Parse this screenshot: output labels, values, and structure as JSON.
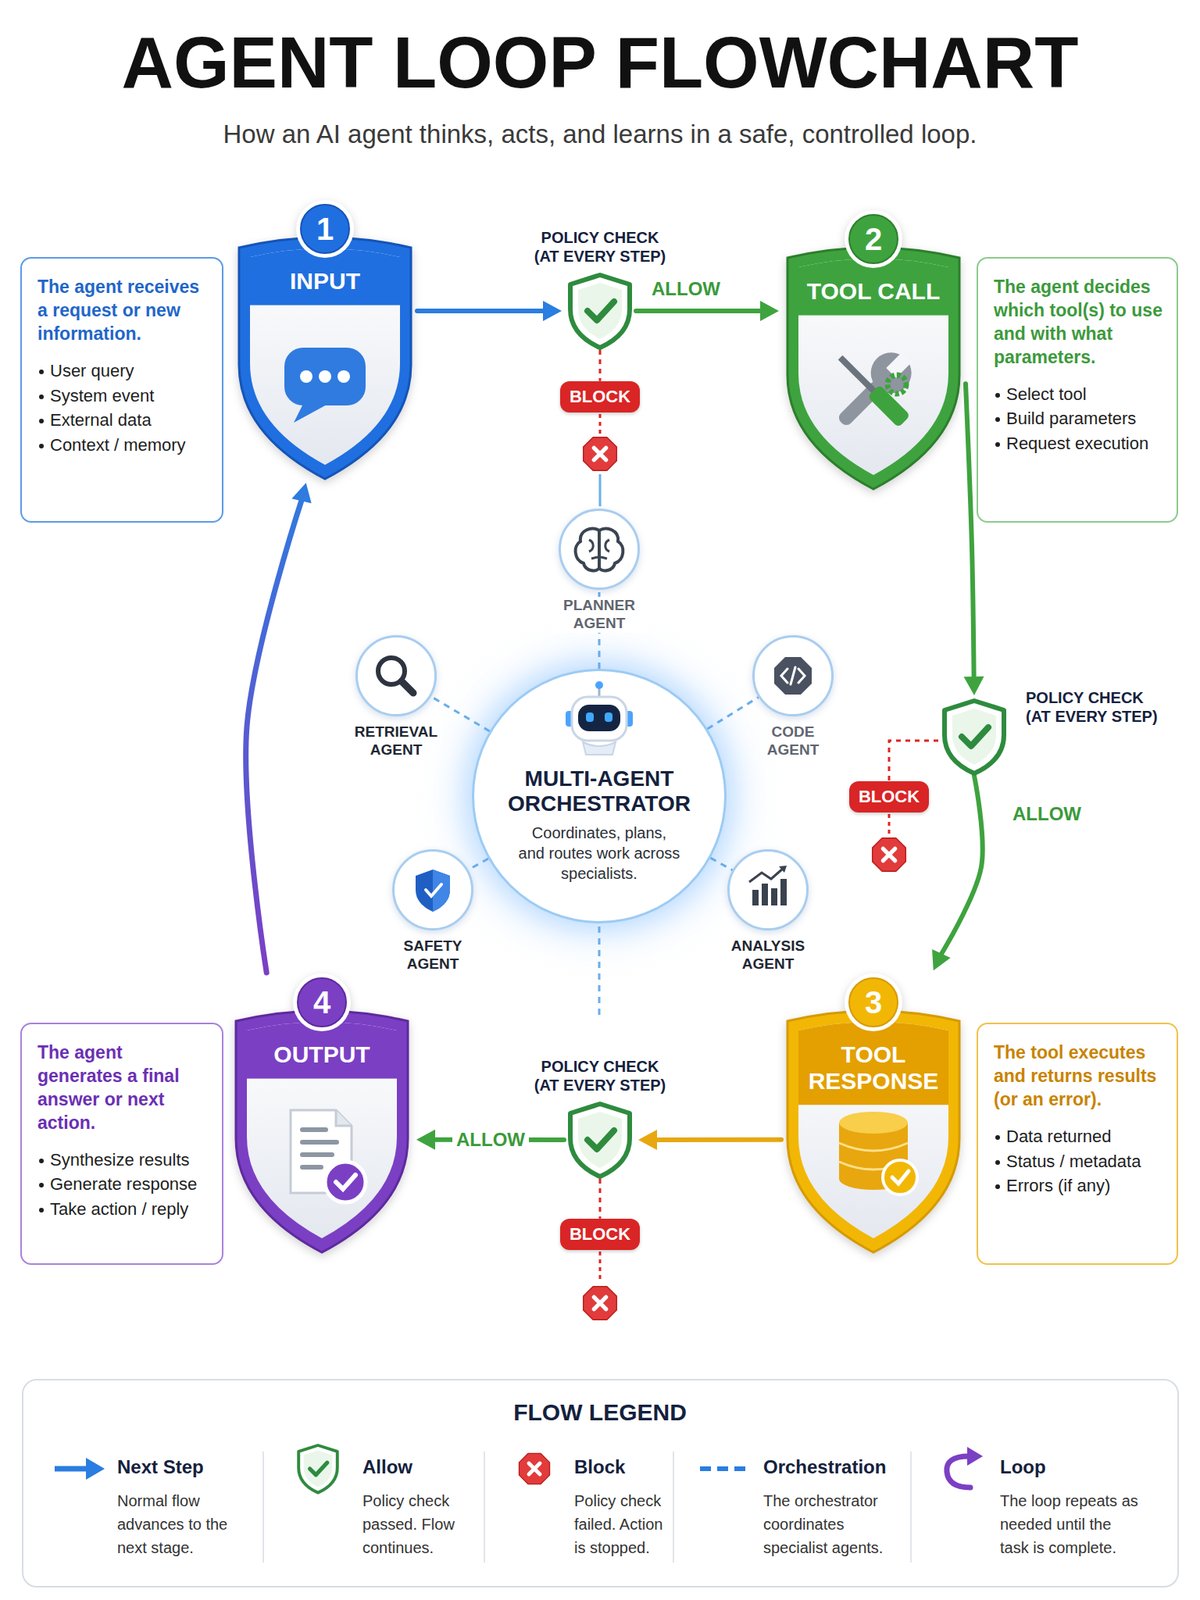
{
  "diagram": {
    "title": "AGENT LOOP FLOWCHART",
    "caption": "How an AI agent thinks, acts, and learns in a safe, controlled loop.",
    "nodes": [
      {
        "text": [
          "1",
          "INPUT"
        ]
      },
      {
        "text": [
          "The agent receives a request or new information.",
          "User query",
          "System event",
          "External data",
          "Context / memory"
        ]
      },
      {
        "text": [
          "POLICY CHECK (AT EVERY STEP)"
        ]
      },
      {
        "text": [
          "BLOCK"
        ]
      },
      {
        "text": [
          "2",
          "TOOL CALL"
        ]
      },
      {
        "text": [
          "The agent decides which tool(s) to use and with what parameters.",
          "Select tool",
          "Build parameters",
          "Request execution"
        ]
      },
      {
        "text": [
          "PLANNER AGENT"
        ]
      },
      {
        "text": [
          "RETRIEVAL AGENT"
        ]
      },
      {
        "text": [
          "MULTI-AGENT ORCHESTRATOR",
          "Coordinates, plans, and routes work across specialists."
        ]
      },
      {
        "text": [
          "CODE AGENT"
        ]
      },
      {
        "text": [
          "POLICY CHECK (AT EVERY STEP)"
        ]
      },
      {
        "text": [
          "BLOCK"
        ]
      },
      {
        "text": [
          "SAFETY AGENT"
        ]
      },
      {
        "text": [
          "ANALYSIS AGENT"
        ]
      },
      {
        "text": [
          "4",
          "OUTPUT"
        ]
      },
      {
        "text": [
          "The agent generates a final answer or next action.",
          "Synthesize results",
          "Generate response",
          "Take action / reply"
        ]
      },
      {
        "text": [
          "POLICY CHECK (AT EVERY STEP)"
        ]
      },
      {
        "text": [
          "BLOCK"
        ]
      },
      {
        "text": [
          "3",
          "TOOL RESPONSE"
        ]
      },
      {
        "text": [
          "The tool executes and returns results (or an error).",
          "Data returned",
          "Status / metadata",
          "Errors (if any)"
        ]
      }
    ],
    "edges": [
      {
        "from": 0,
        "to": 2,
        "arrow": "to"
      },
      {
        "from": 2,
        "to": 4,
        "label": "ALLOW",
        "arrow": "to"
      },
      {
        "from": 2,
        "to": 3,
        "arrow": "none"
      },
      {
        "from": 4,
        "to": 10,
        "arrow": "to"
      },
      {
        "from": 10,
        "to": 18,
        "label": "ALLOW",
        "arrow": "to"
      },
      {
        "from": 10,
        "to": 11,
        "arrow": "none"
      },
      {
        "from": 18,
        "to": 16,
        "arrow": "to"
      },
      {
        "from": 16,
        "to": 14,
        "label": "ALLOW",
        "arrow": "to"
      },
      {
        "from": 16,
        "to": 17,
        "arrow": "none"
      },
      {
        "from": 14,
        "to": 0,
        "arrow": "to"
      },
      {
        "from": 8,
        "to": 6,
        "arrow": "none"
      },
      {
        "from": 8,
        "to": 7,
        "arrow": "none"
      },
      {
        "from": 8,
        "to": 9,
        "arrow": "none"
      },
      {
        "from": 8,
        "to": 12,
        "arrow": "none"
      },
      {
        "from": 8,
        "to": 13,
        "arrow": "none"
      }
    ],
    "labels": [
      "FLOW LEGEND",
      "Normal flow advances to the next stage.",
      "Policy check passed. Flow continues.",
      "Policy check failed. Action is stopped.",
      "The orchestrator coordinates specialist agents.",
      "The loop repeats as needed until the task is complete."
    ],
    "legend": [
      {
        "text": "Next Step"
      },
      {
        "text": "Allow"
      },
      {
        "text": "Block"
      },
      {
        "text": "Orchestration"
      },
      {
        "text": "Loop"
      }
    ]
  }
}
